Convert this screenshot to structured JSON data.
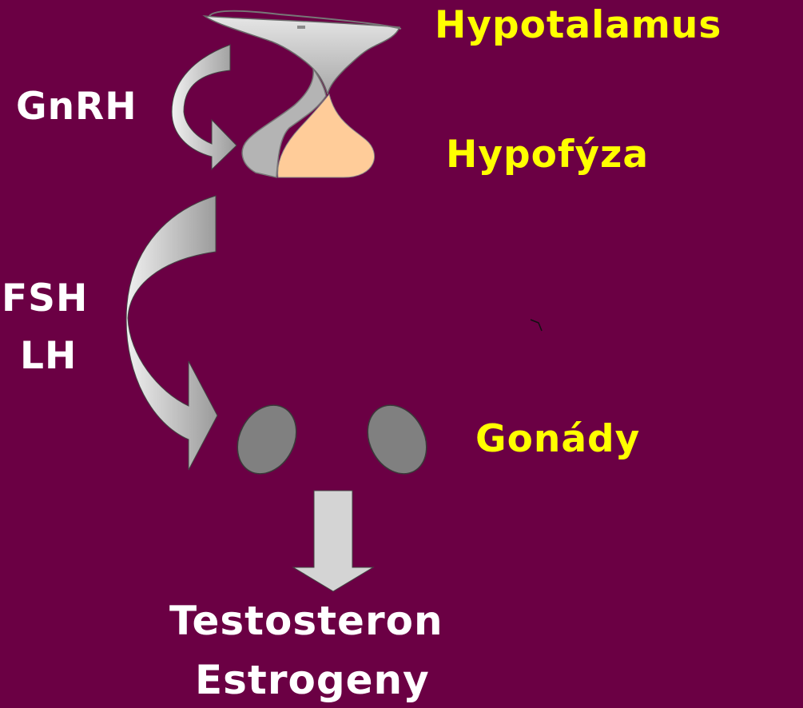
{
  "labels": {
    "hypothalamus": "Hypotalamus",
    "pituitary": "Hypofýza",
    "gonads": "Gonády",
    "gnrh": "GnRH",
    "fsh": "FSH",
    "lh": "LH",
    "testosterone": "Testosteron",
    "estrogens": "Estrogeny"
  },
  "colors": {
    "background": "#6b0044",
    "organ_label": "#ffff00",
    "hormone_label": "#ffffff",
    "arrow_fill": "#c8c8c8",
    "gland_gray": "#b4b4b4",
    "anterior_pituitary": "#ffcc99",
    "gonad_fill": "#808080"
  }
}
